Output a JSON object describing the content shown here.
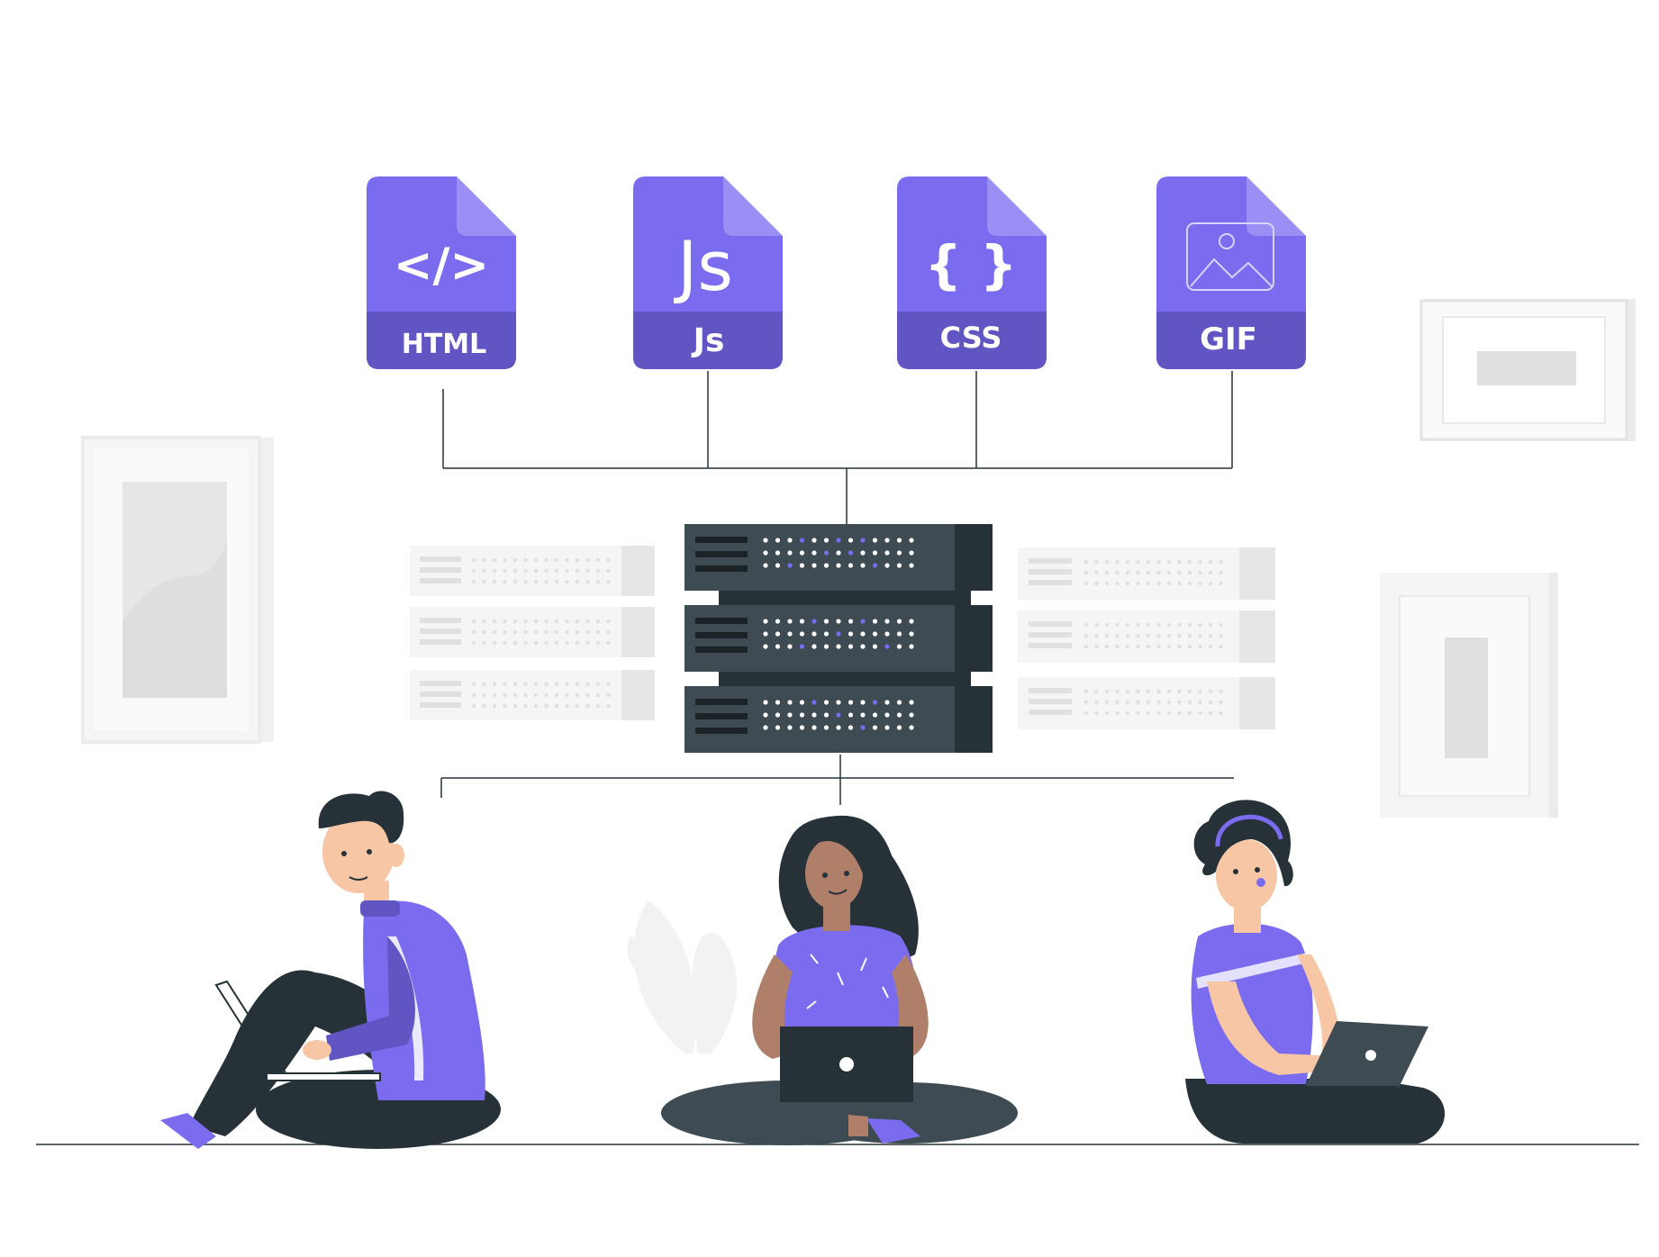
{
  "colors": {
    "accent": "#7B6CEF",
    "accent_dark": "#6155C4",
    "server": "#3F4B52",
    "server_dark": "#263238",
    "line": "#263238",
    "bg_gray": "#EBEBEB",
    "skin_light": "#F7C6A4",
    "skin_dark": "#B07F69"
  },
  "files": [
    {
      "icon": "code-icon",
      "glyph": "</>",
      "label": "HTML"
    },
    {
      "icon": "js-icon",
      "glyph": "Js",
      "label": "Js"
    },
    {
      "icon": "braces-icon",
      "glyph": "{ }",
      "label": "CSS"
    },
    {
      "icon": "image-icon",
      "glyph": "",
      "label": "GIF"
    }
  ]
}
